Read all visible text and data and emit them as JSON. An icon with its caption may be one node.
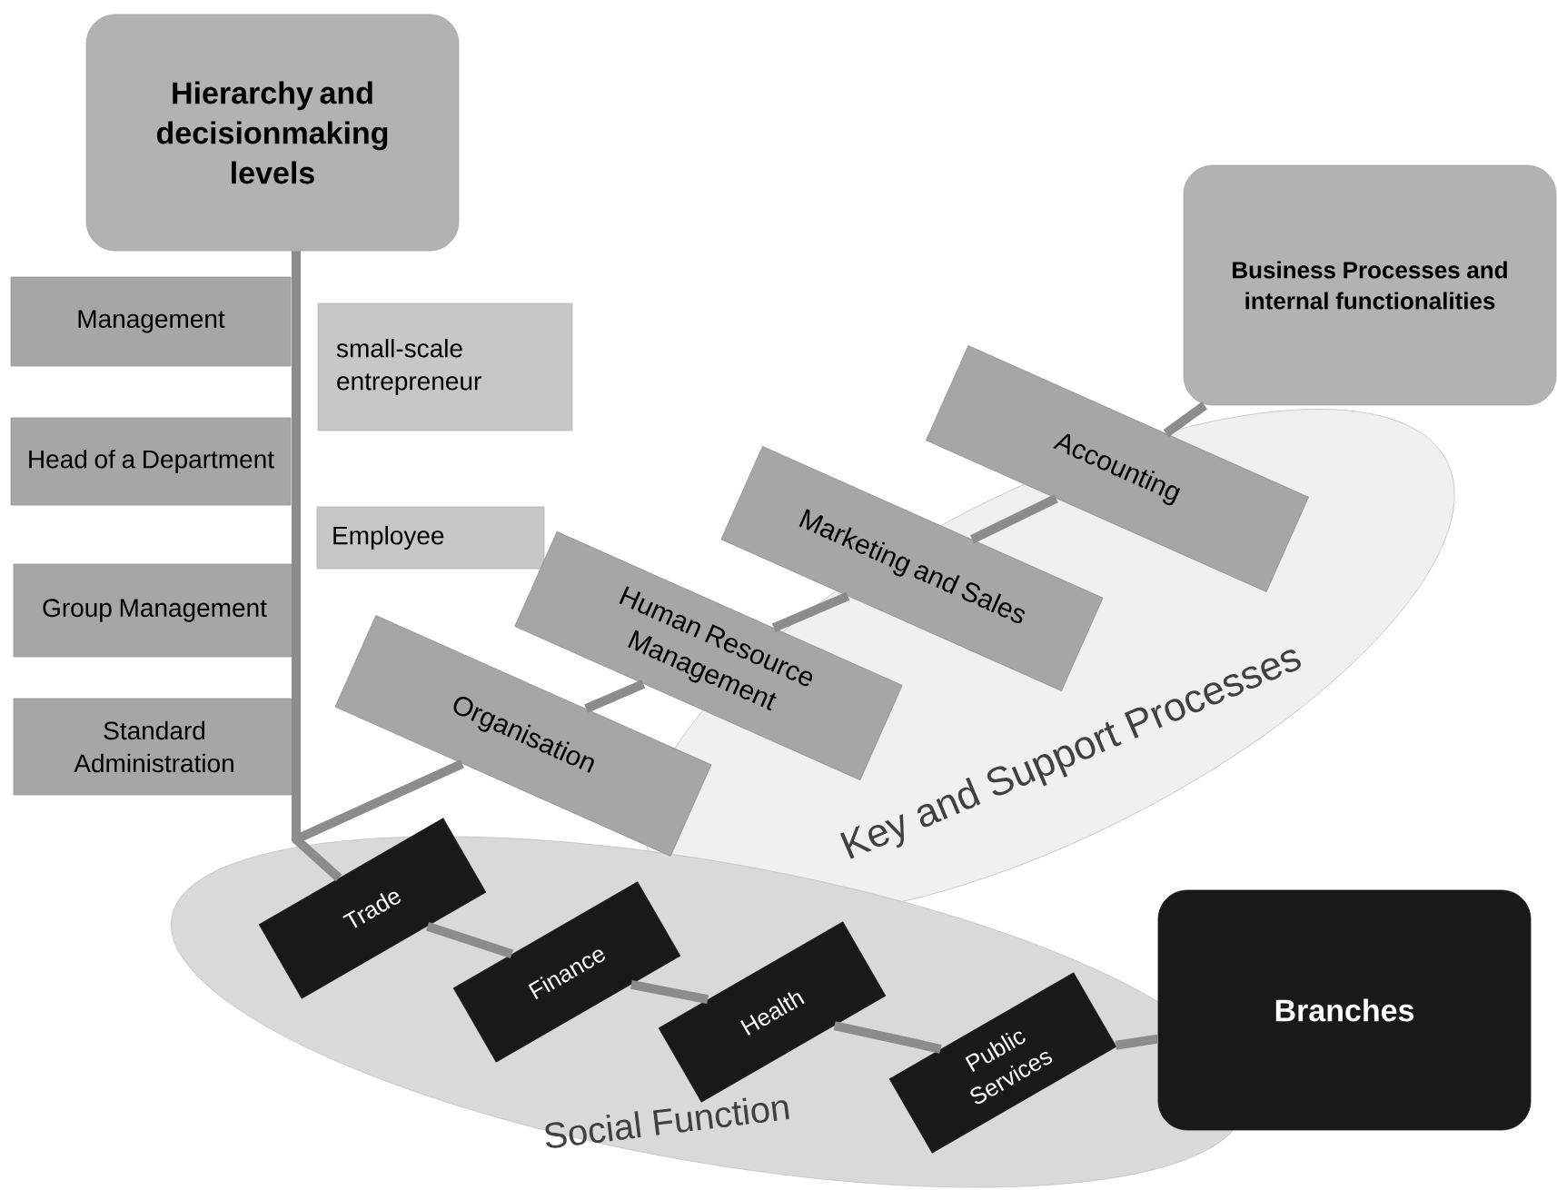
{
  "diagram": {
    "nodes": [
      {
        "text": [
          "Hierarchy and decisionmaking levels"
        ]
      },
      {
        "text": [
          "Management"
        ]
      },
      {
        "text": [
          "small-scale entrepreneur"
        ]
      },
      {
        "text": [
          "Head of a Department"
        ]
      },
      {
        "text": [
          "Employee"
        ]
      },
      {
        "text": [
          "Group Management"
        ]
      },
      {
        "text": [
          "Standard Administration"
        ]
      },
      {
        "text": [
          "Business Processes and internal functionalities"
        ]
      },
      {
        "text": [
          "Key and Support Processes"
        ]
      },
      {
        "text": [
          "Accounting"
        ]
      },
      {
        "text": [
          "Marketing and Sales"
        ],
        "in": 8
      },
      {
        "text": [
          "Human Resource Management"
        ]
      },
      {
        "text": [
          "Organisation"
        ]
      },
      {
        "text": [
          "Social Function"
        ]
      },
      {
        "text": [
          "Trade"
        ],
        "in": 13
      },
      {
        "text": [
          "Finance"
        ],
        "in": 13
      },
      {
        "text": [
          "Health"
        ],
        "in": 13
      },
      {
        "text": [
          "Public Services"
        ],
        "in": 13
      },
      {
        "text": [
          "Branches"
        ]
      }
    ],
    "edges": [
      {
        "from": 0,
        "to": 12,
        "arrow": "none"
      },
      {
        "from": 12,
        "to": 11,
        "arrow": "none"
      },
      {
        "from": 11,
        "to": 10,
        "arrow": "none"
      },
      {
        "from": 10,
        "to": 9,
        "arrow": "none"
      },
      {
        "from": 9,
        "to": 7,
        "arrow": "none"
      },
      {
        "from": 0,
        "to": 14,
        "arrow": "none"
      },
      {
        "from": 14,
        "to": 15,
        "arrow": "none"
      },
      {
        "from": 15,
        "to": 16,
        "arrow": "none"
      },
      {
        "from": 16,
        "to": 17,
        "arrow": "none"
      },
      {
        "from": 17,
        "to": 18,
        "arrow": "none"
      }
    ]
  }
}
